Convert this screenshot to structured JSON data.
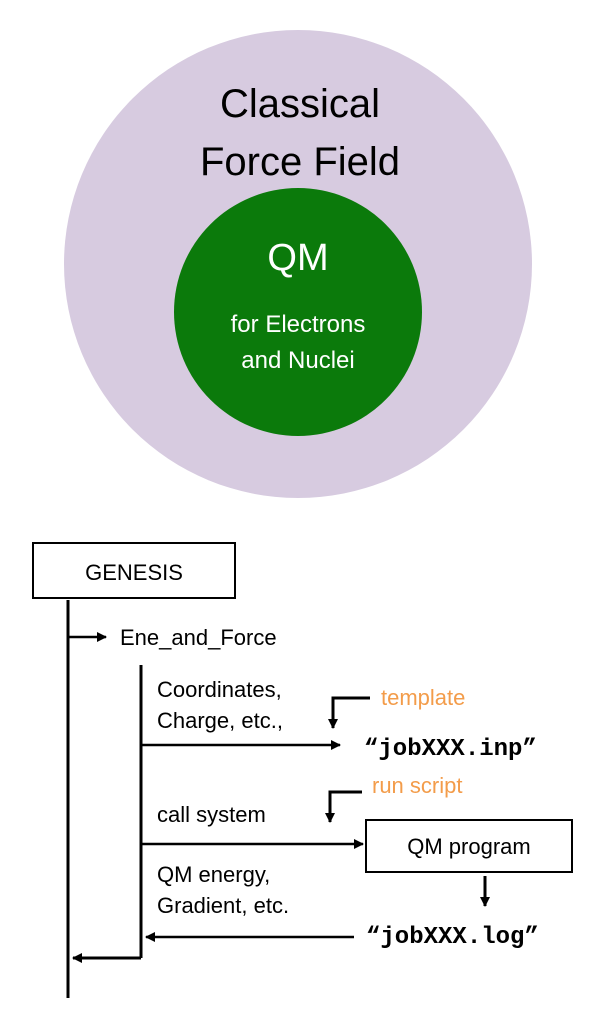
{
  "top": {
    "outer_label_line1": "Classical",
    "outer_label_line2": "Force Field",
    "inner_label": "QM",
    "inner_sub_line1": "for Electrons",
    "inner_sub_line2": "and Nuclei",
    "outer_color": "#d7cbe0",
    "inner_color": "#0b7a0b"
  },
  "flow": {
    "genesis": "GENESIS",
    "ene_and_force": "Ene_and_Force",
    "coords_line1": "Coordinates,",
    "coords_line2": "Charge, etc.,",
    "template": "template",
    "inp_file": "“jobXXX.inp”",
    "call_system": "call system",
    "run_script": "run script",
    "qm_program": "QM program",
    "result_line1": "QM energy,",
    "result_line2": "Gradient, etc.",
    "log_file": "“jobXXX.log”",
    "accent_color": "#f39c4a"
  }
}
